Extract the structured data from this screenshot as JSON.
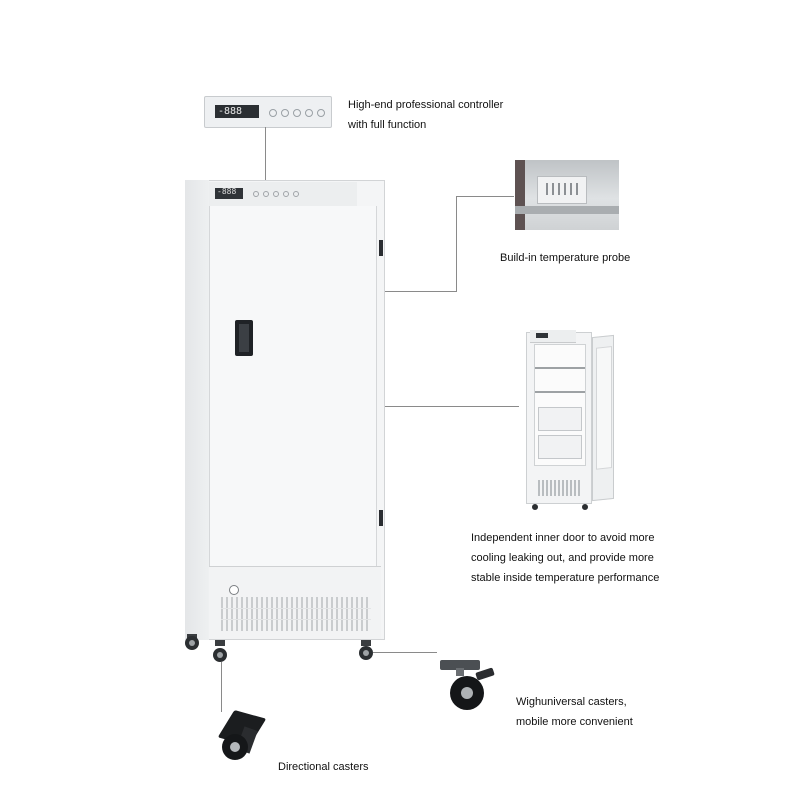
{
  "controller": {
    "display_value": "-888",
    "caption_line1": "High-end professional controller",
    "caption_line2": "with full function"
  },
  "freezer": {
    "panel_display_value": "-888"
  },
  "probe": {
    "caption": "Build-in temperature probe"
  },
  "inner_door": {
    "caption_line1": "Independent inner door to avoid more",
    "caption_line2": "cooling leaking out, and provide more",
    "caption_line3": "stable inside temperature performance"
  },
  "universal_casters": {
    "caption_line1": "Wighuniversal casters,",
    "caption_line2": "mobile more convenient"
  },
  "directional_casters": {
    "caption": "Directional casters"
  },
  "icons": [
    "controller-panel-icon",
    "temperature-probe-icon",
    "open-freezer-icon",
    "universal-caster-icon",
    "directional-caster-icon"
  ],
  "colors": {
    "leader_line": "#8a8a8a",
    "cabinet": "#f4f5f6",
    "handle": "#1f2226"
  }
}
